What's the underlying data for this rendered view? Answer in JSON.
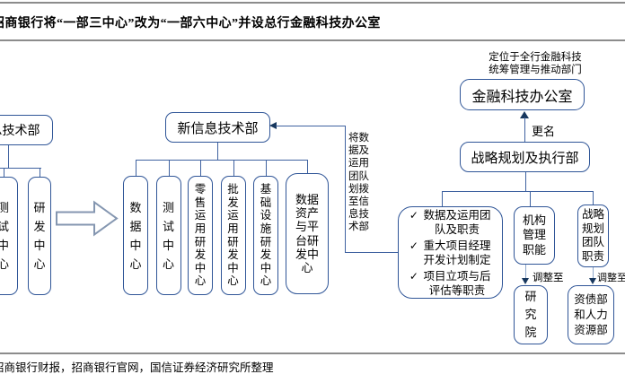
{
  "title": "招商银行将“一部三中心”改为“一部六中心”并设总行金融科技办公室",
  "footer": {
    "source": "招商银行财报，招商银行官网，国信证券经济研究所整理"
  },
  "old_structure": {
    "dept": "信息技术部",
    "centers": [
      "测试中心",
      "研发中心"
    ]
  },
  "new_structure": {
    "dept": "新信息技术部",
    "centers": [
      "数据中心",
      "测试中心",
      "零售运用研发中心",
      "批发运用研发中心",
      "基础设施研发中心",
      "数据资产与平台研发中心"
    ]
  },
  "fintech": {
    "note": "定位于全行金融科技\n统筹管理与推动部门",
    "office": "金融科技办公室",
    "rename_label": "更名",
    "dept": "战略规划及执行部"
  },
  "transfer_note": "将数据及运用团队划拨至信息技术部",
  "responsibilities": {
    "check": "✓",
    "items": [
      "数据及运用团队及职责",
      "重大项目经理开发计划制定",
      "项目立项与后评估等职责"
    ]
  },
  "adjustments": {
    "label": "调整至",
    "from_a": "机构管理职能",
    "to_a": "研究院",
    "from_b": "战略规划团队职责",
    "to_b": "资债部和人力资源部"
  },
  "colors": {
    "border": "#2f5597",
    "line": "#3f62a0",
    "arrow_outline": "#8496b0",
    "rule": "#8c8c8c"
  }
}
